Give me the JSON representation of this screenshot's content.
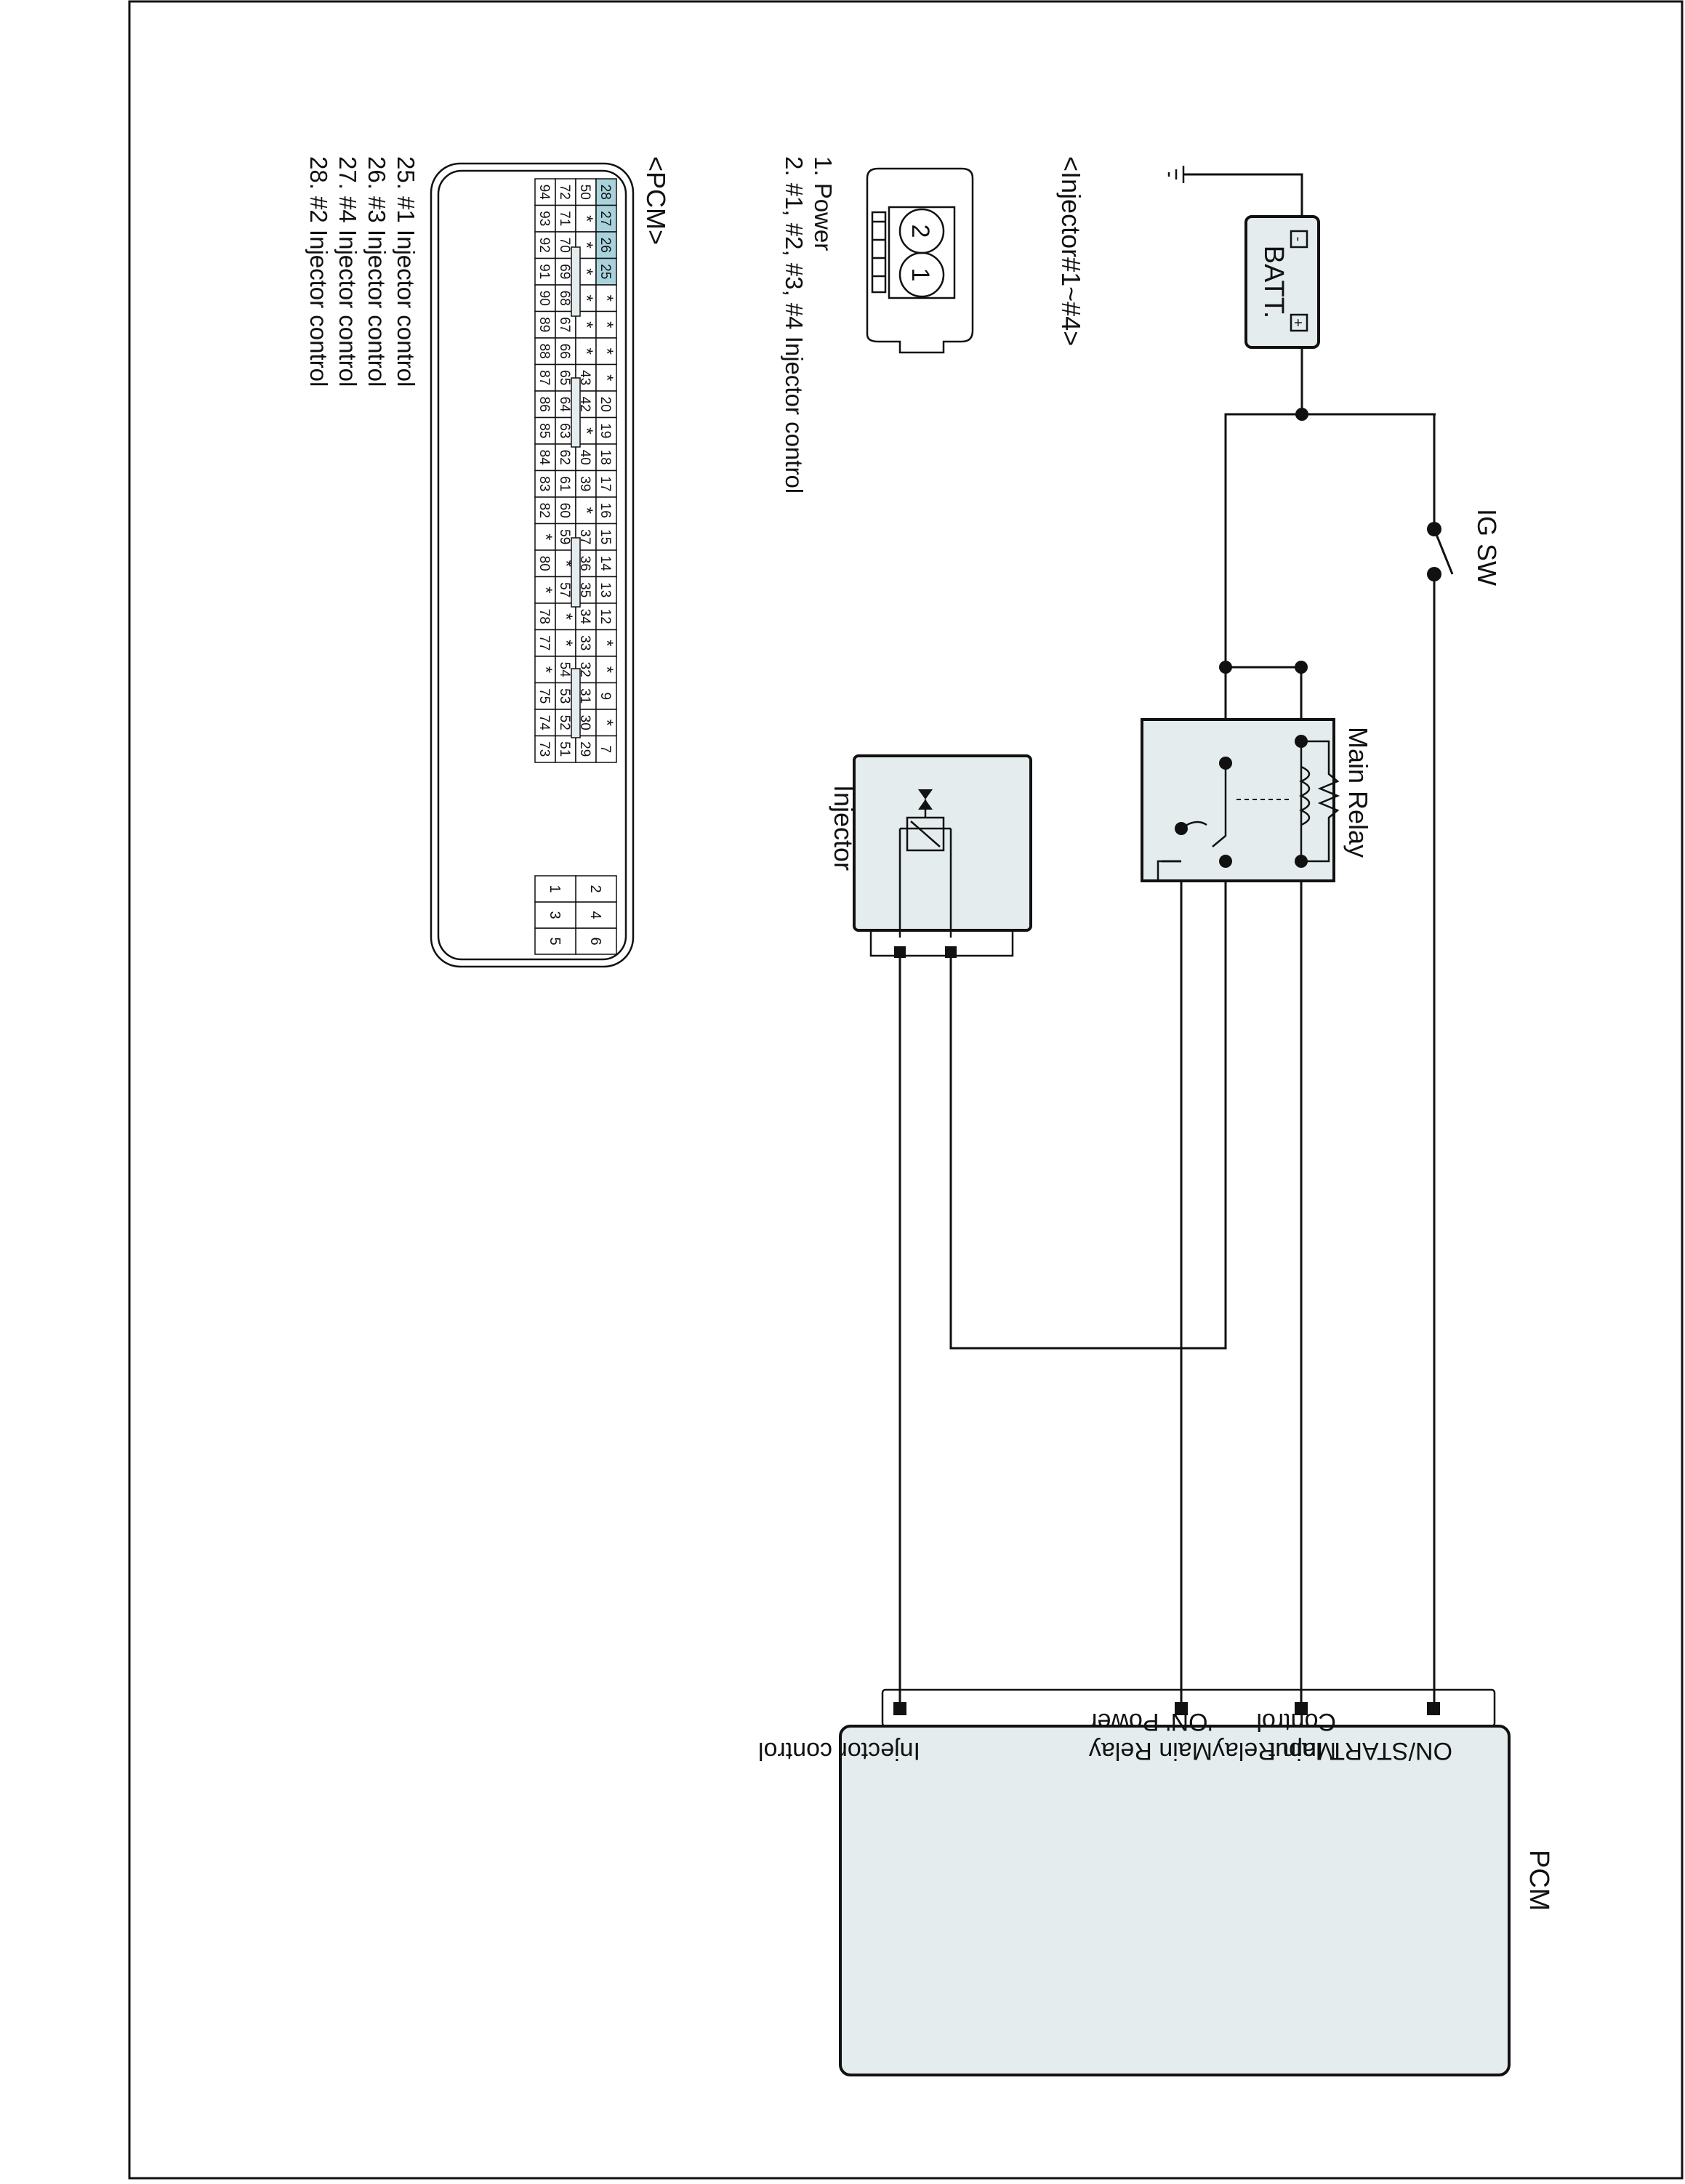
{
  "battery": {
    "label": "BATT.",
    "neg": "-",
    "pos": "+"
  },
  "ig_switch": {
    "label": "IG SW"
  },
  "main_relay": {
    "label": "Main Relay"
  },
  "injector": {
    "label": "Injector"
  },
  "pcm": {
    "title": "PCM",
    "pins": [
      {
        "lines": [
          "ON/START Input"
        ]
      },
      {
        "lines": [
          "Main Relay",
          "Control"
        ]
      },
      {
        "lines": [
          "Main Relay",
          "'ON' Power"
        ]
      },
      {
        "lines": [
          "Injector control"
        ]
      }
    ]
  },
  "injector_connector": {
    "title": "<Injector#1~#4>",
    "pin_labels": [
      "2",
      "1"
    ],
    "legend": [
      "1. Power",
      "2. #1, #2, #3, #4 Injector control"
    ]
  },
  "pcm_connector": {
    "title": "<PCM>",
    "highlight_color": "#a9d3dc",
    "rows": [
      [
        "94",
        "93",
        "92",
        "91",
        "90",
        "89",
        "88",
        "87",
        "86",
        "85",
        "84",
        "83",
        "82",
        "*",
        "80",
        "*",
        "78",
        "77",
        "*",
        "75",
        "74",
        "73"
      ],
      [
        "72",
        "71",
        "70",
        "69",
        "68",
        "67",
        "66",
        "65",
        "64",
        "63",
        "62",
        "61",
        "60",
        "59",
        "*",
        "57",
        "*",
        "*",
        "54",
        "53",
        "52",
        "51"
      ],
      [
        "50",
        "*",
        "*",
        "*",
        "*",
        "*",
        "*",
        "43",
        "42",
        "*",
        "40",
        "39",
        "*",
        "37",
        "36",
        "35",
        "34",
        "33",
        "32",
        "31",
        "30",
        "29"
      ],
      [
        "28",
        "27",
        "26",
        "25",
        "*",
        "*",
        "*",
        "*",
        "20",
        "19",
        "18",
        "17",
        "16",
        "15",
        "14",
        "13",
        "12",
        "*",
        "*",
        "9",
        "*",
        "7"
      ]
    ],
    "small_block": [
      [
        "6",
        "5"
      ],
      [
        "4",
        "3"
      ],
      [
        "2",
        "1"
      ]
    ],
    "legend": [
      "25. #1 Injector control",
      "26. #3 Injector control",
      "27. #4 Injector control",
      "28. #2 Injector control"
    ]
  }
}
